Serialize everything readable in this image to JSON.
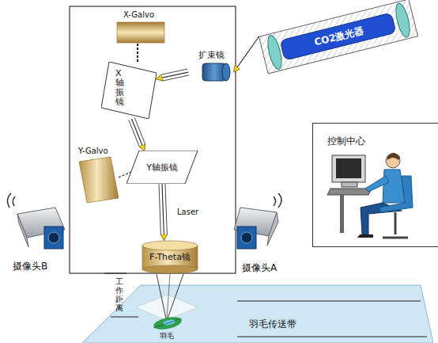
{
  "diagram": {
    "nodes": [
      {
        "text": [
          "CO2激光器"
        ]
      },
      {
        "text": [
          "扩束镜"
        ]
      },
      {
        "text": [
          "X轴振镜"
        ]
      },
      {
        "text": [
          "Y轴振镜"
        ]
      },
      {
        "text": [
          "F-Theta镜"
        ]
      },
      {
        "text": [
          "控制中心"
        ]
      },
      {
        "text": [
          "羽毛传送带"
        ]
      }
    ],
    "edges": [
      {
        "from": 0,
        "to": 1,
        "arrow": "to"
      },
      {
        "from": 1,
        "to": 2,
        "arrow": "to"
      },
      {
        "from": 2,
        "to": 3,
        "arrow": "to"
      },
      {
        "from": 3,
        "to": 4,
        "arrow": "to"
      }
    ],
    "labels": [
      "X-Galvo",
      "Y-Galvo",
      "Laser",
      "摄像头B",
      "摄像头A",
      "工作距离",
      "羽毛"
    ]
  }
}
